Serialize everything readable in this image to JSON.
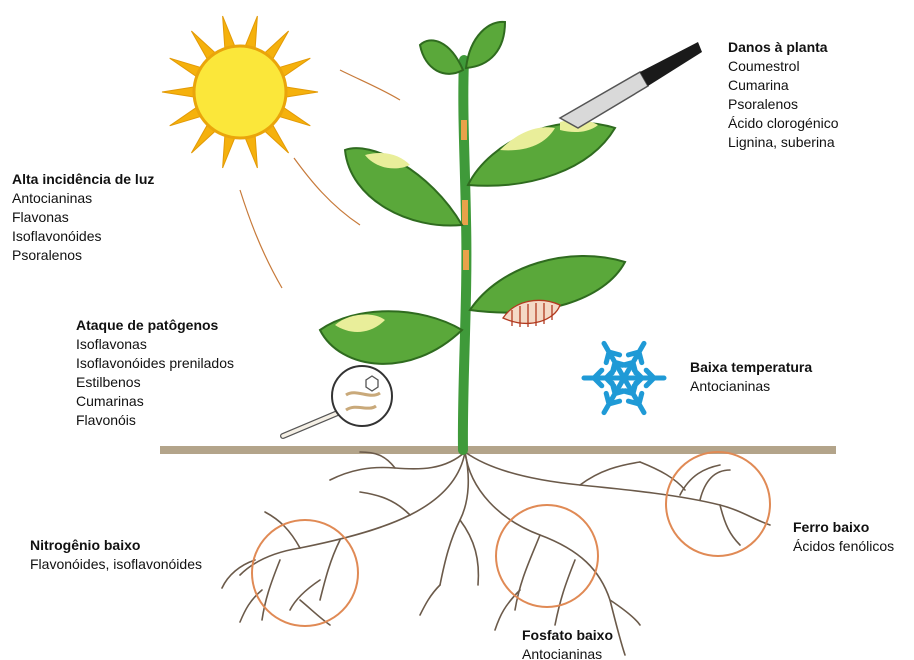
{
  "labels": {
    "light": {
      "title": "Alta incidência de luz",
      "items": [
        "Antocianinas",
        "Flavonas",
        "Isoflavonóides",
        "Psoralenos"
      ]
    },
    "damage": {
      "title": "Danos à planta",
      "items": [
        "Coumestrol",
        "Cumarina",
        "Psoralenos",
        "Ácido clorogénico",
        "Lignina, suberina"
      ]
    },
    "pathogens": {
      "title": "Ataque de patôgenos",
      "items": [
        "Isoflavonas",
        "Isoflavonóides prenilados",
        "Estilbenos",
        "Cumarinas",
        "Flavonóis"
      ]
    },
    "cold": {
      "title": "Baixa temperatura",
      "items": [
        "Antocianinas"
      ]
    },
    "nitrogen": {
      "title": "Nitrogênio baixo",
      "items": [
        "Flavonóides, isoflavonóides"
      ]
    },
    "iron": {
      "title": "Ferro baixo",
      "items": [
        "Ácidos fenólicos"
      ]
    },
    "phosphate": {
      "title": "Fosfato baixo",
      "items": [
        "Antocianinas"
      ]
    }
  },
  "colors": {
    "leaf": "#5aa83a",
    "leaf_dark": "#2f6b1f",
    "lesion": "#e9ee9a",
    "stem": "#3f9a3a",
    "ground": "#b3a48a",
    "sun": "#f7c514",
    "snowflake": "#1f9ad6",
    "root": "#6b5a4a",
    "circle": "#e08a55"
  },
  "icons": [
    "sun-icon",
    "knife-icon",
    "caterpillar-icon",
    "magnifier-icon",
    "snowflake-icon"
  ]
}
